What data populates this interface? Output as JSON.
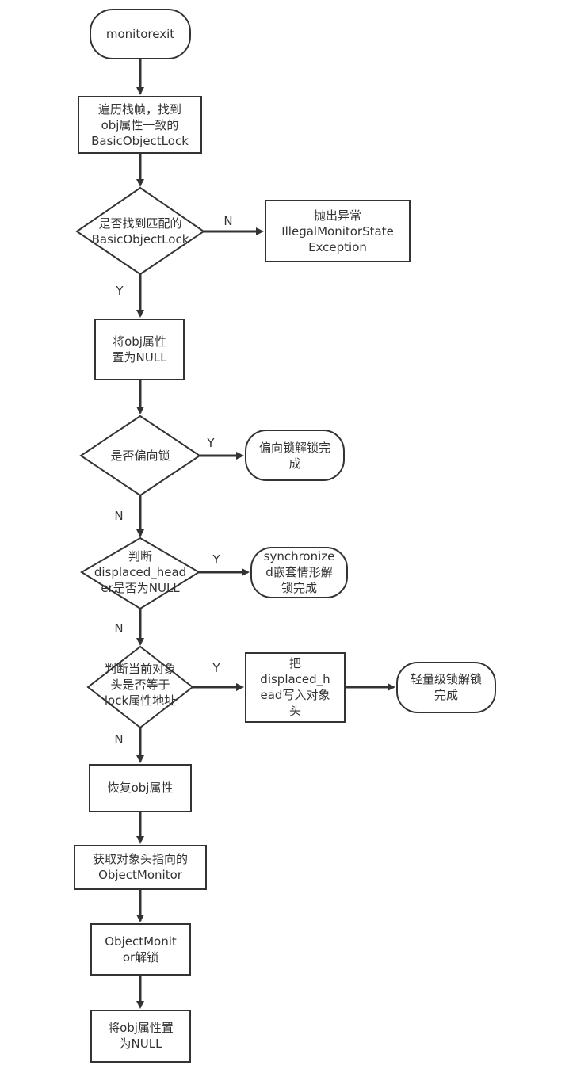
{
  "nodes": {
    "start": [
      "monitorexit"
    ],
    "traverse": [
      "遍历栈帧，找到",
      "obj属性一致的",
      "BasicObjectLock"
    ],
    "found_match": [
      "是否找到匹配的",
      "BasicObjectLock"
    ],
    "throw": [
      "抛出异常",
      "IllegalMonitorState",
      "Exception"
    ],
    "set_null_1": [
      "将obj属性",
      "置为NULL"
    ],
    "is_biased": [
      "是否偏向锁"
    ],
    "biased_done": [
      "偏向锁解锁完",
      "成"
    ],
    "check_displaced": [
      "判断",
      "displaced_head",
      "er是否为NULL"
    ],
    "nested_done": [
      "synchronize",
      "d嵌套情形解",
      "锁完成"
    ],
    "check_equal": [
      "判断当前对象",
      "头是否等于",
      "lock属性地址"
    ],
    "write_header": [
      "把",
      "displaced_h",
      "ead写入对象",
      "头"
    ],
    "light_done": [
      "轻量级锁解锁",
      "完成"
    ],
    "restore": [
      "恢复obj属性"
    ],
    "get_monitor": [
      "获取对象头指向的",
      "ObjectMonitor"
    ],
    "monitor_unlock": [
      "ObjectMonit",
      "or解锁"
    ],
    "set_null_2": [
      "将obj属性置",
      "为NULL"
    ]
  },
  "edge_labels": {
    "found_no": "N",
    "found_yes": "Y",
    "biased_yes": "Y",
    "biased_no": "N",
    "displaced_yes": "Y",
    "displaced_no": "N",
    "equal_yes": "Y",
    "equal_no": "N"
  }
}
